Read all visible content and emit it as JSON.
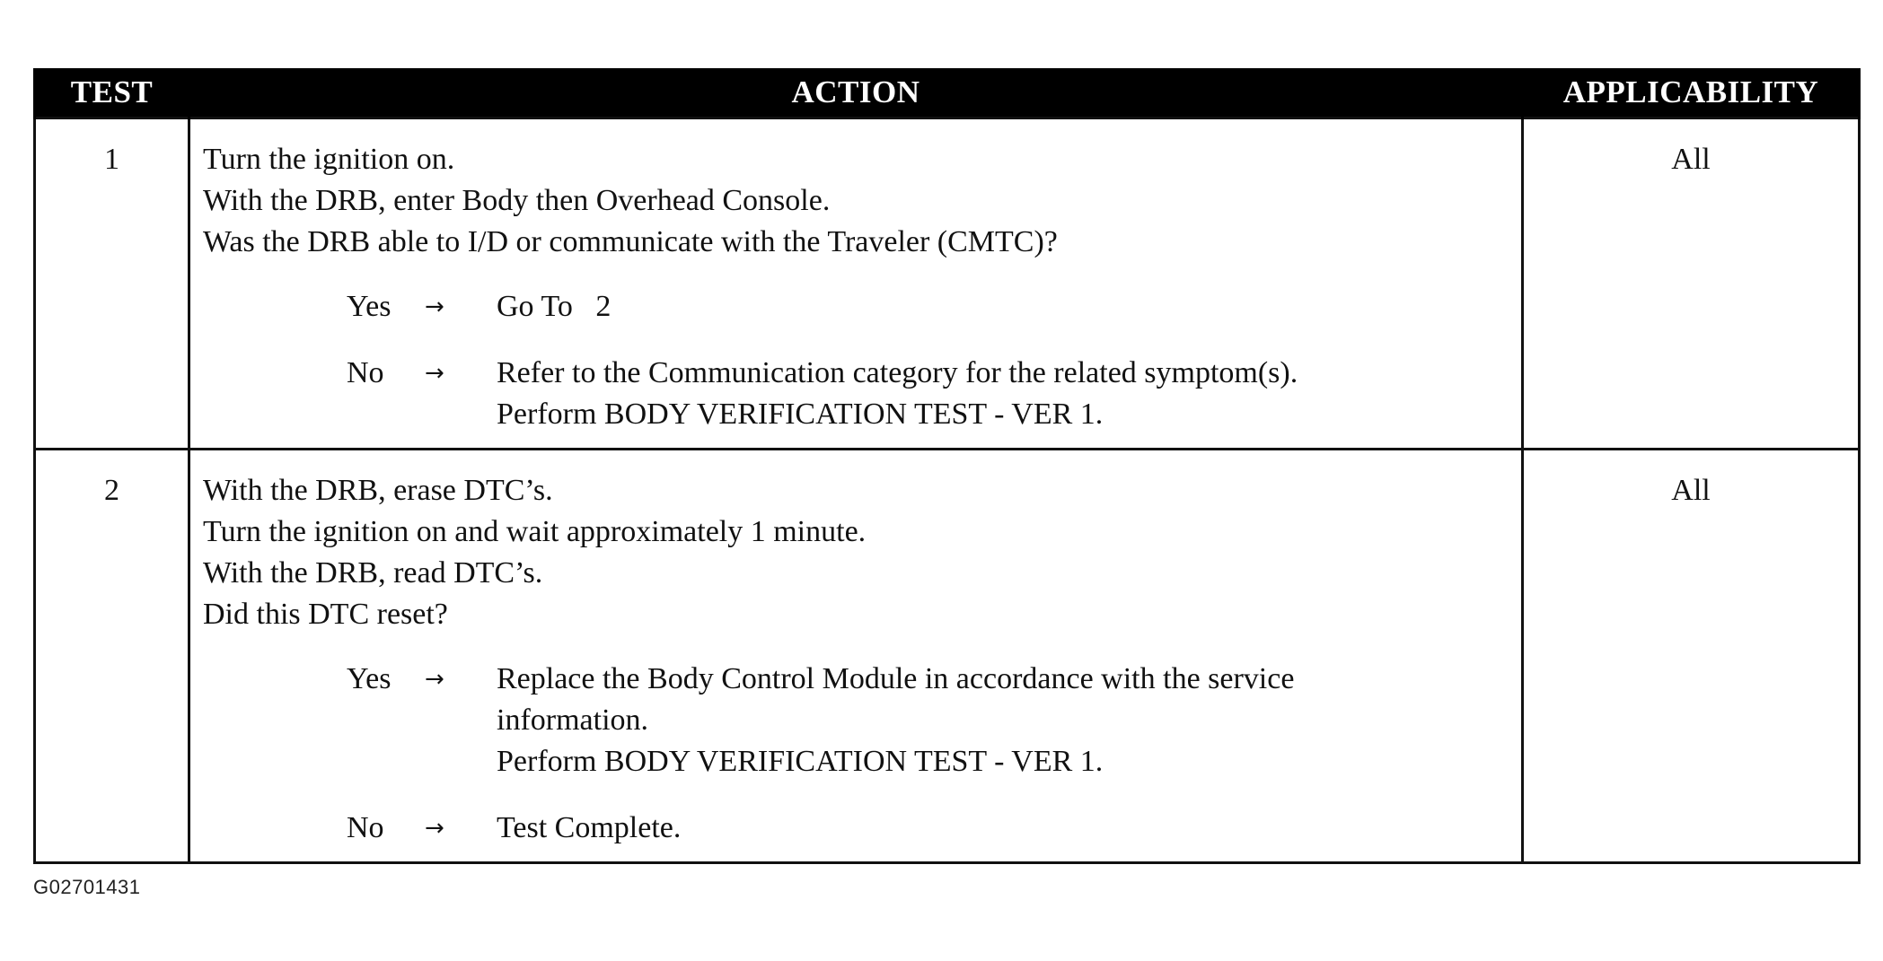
{
  "table": {
    "headers": {
      "test": "TEST",
      "action": "ACTION",
      "applicability": "APPLICABILITY"
    },
    "rows": [
      {
        "test": "1",
        "steps": [
          "Turn the ignition on.",
          "With the DRB, enter Body then Overhead Console.",
          "Was the DRB able to I/D or communicate with the Traveler (CMTC)?"
        ],
        "branches": [
          {
            "label": "Yes",
            "arrow": "→",
            "lines": [
              "Go To   2"
            ]
          },
          {
            "label": "No",
            "arrow": "→",
            "lines": [
              "Refer to the Communication category for the related symptom(s).",
              "Perform BODY VERIFICATION TEST - VER 1."
            ]
          }
        ],
        "applicability": "All"
      },
      {
        "test": "2",
        "steps": [
          "With the DRB, erase DTC’s.",
          "Turn the ignition on and wait approximately 1 minute.",
          "With the DRB, read DTC’s.",
          "Did this DTC reset?"
        ],
        "branches": [
          {
            "label": "Yes",
            "arrow": "→",
            "lines": [
              "Replace the Body Control Module in accordance with the service",
              "information.",
              "Perform BODY VERIFICATION TEST - VER 1."
            ]
          },
          {
            "label": "No",
            "arrow": "→",
            "lines": [
              "Test Complete."
            ]
          }
        ],
        "applicability": "All"
      }
    ]
  },
  "figure_id": "G02701431",
  "colors": {
    "header_bg": "#000000",
    "header_text": "#ffffff",
    "border": "#111111",
    "text": "#111111"
  }
}
